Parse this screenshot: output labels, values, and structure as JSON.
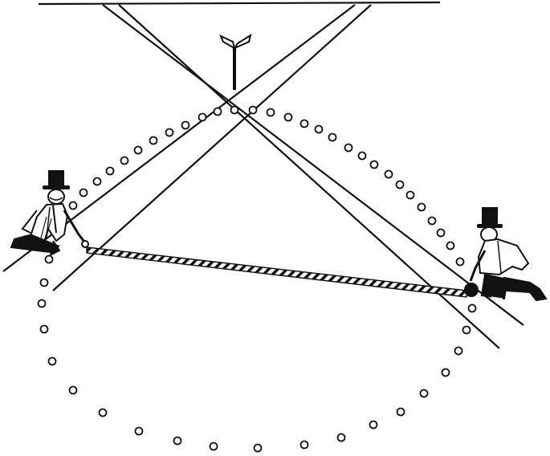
{
  "colors": {
    "ink": "#111111",
    "paper": "#ffffff",
    "rope_light": "#ffffff"
  },
  "scene": {
    "roads": [
      "road-left-to-right",
      "road-right-to-left"
    ],
    "signpost": "signpost-icon",
    "figures": [
      "surveyor-left",
      "surveyor-right"
    ],
    "rope": "measuring-rope",
    "circle": "dotted-circle"
  },
  "icons": {
    "signpost": "signpost-icon",
    "top_hat": "top-hat-icon",
    "rope": "striped-rope-icon",
    "dot": "circle-marker-icon"
  }
}
